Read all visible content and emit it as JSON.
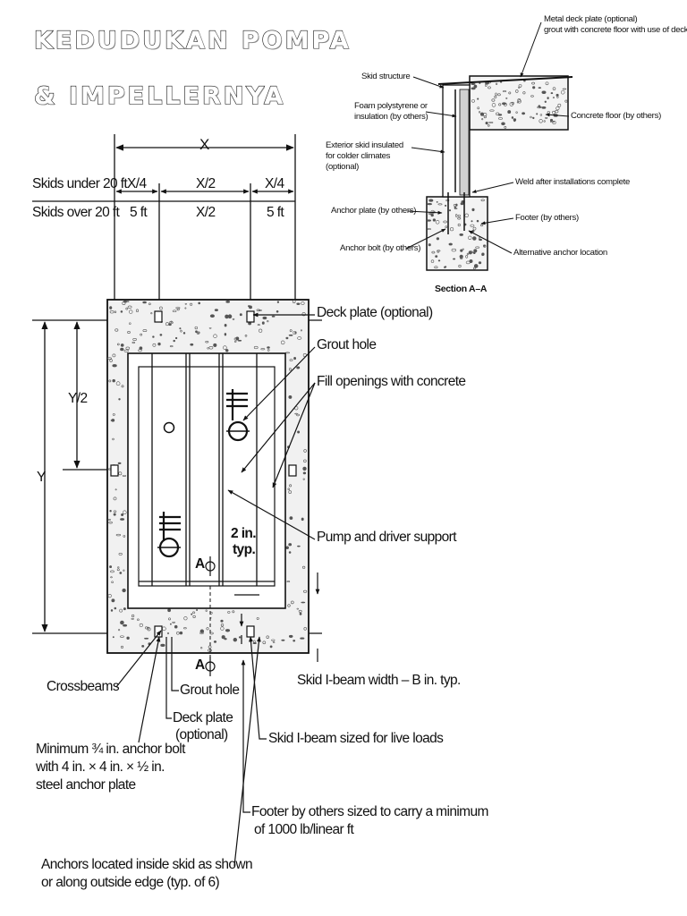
{
  "title": {
    "line1": "KEDUDUKAN POMPA",
    "line2": "& IMPELLERNYA"
  },
  "dimensions": {
    "x": "X",
    "y": "Y",
    "y_half": "Y/2",
    "row1_label": "Skids under 20 ft",
    "row2_label": "Skids over 20 ft",
    "row1_left": "X/4",
    "row1_mid": "X/2",
    "row1_right": "X/4",
    "row2_left": "5 ft",
    "row2_mid": "X/2",
    "row2_right": "5 ft",
    "typ_line1": "2 in.",
    "typ_line2": "typ.",
    "section_mark_top": "A",
    "section_mark_bottom": "A"
  },
  "callouts": {
    "deck_plate": "Deck plate (optional)",
    "grout_hole": "Grout hole",
    "fill_openings": "Fill openings with concrete",
    "pump_support": "Pump and driver support",
    "skid_width": "Skid I-beam width – B in. typ.",
    "crossbeams": "Crossbeams",
    "grout_hole_bottom": "Grout hole",
    "deck_plate_bottom_1": "Deck plate",
    "deck_plate_bottom_2": "(optional)",
    "anchor_bolt_1": "Minimum ¾ in. anchor bolt",
    "anchor_bolt_2": "with 4 in. × 4 in. × ½ in.",
    "anchor_bolt_3": "steel anchor plate",
    "skid_sized": "Skid I-beam sized for live loads",
    "footer_1": "Footer by others sized to carry a minimum",
    "footer_2": "of 1000 lb/linear ft",
    "anchors_1": "Anchors located inside skid as shown",
    "anchors_2": "or along outside edge (typ. of 6)"
  },
  "section": {
    "metal_deck_1": "Metal deck plate (optional)",
    "metal_deck_2": "grout with concrete floor with use of deck plate",
    "skid_structure": "Skid structure",
    "foam_1": "Foam polystyrene or",
    "foam_2": "insulation (by others)",
    "concrete_floor": "Concrete floor (by others)",
    "exterior_1": "Exterior skid insulated",
    "exterior_2": "for colder climates",
    "exterior_3": "(optional)",
    "weld": "Weld after installations complete",
    "anchor_plate": "Anchor plate (by others)",
    "footer": "Footer (by others)",
    "anchor_bolt": "Anchor bolt (by others)",
    "alt_anchor": "Alternative anchor location",
    "caption": "Section A–A"
  }
}
